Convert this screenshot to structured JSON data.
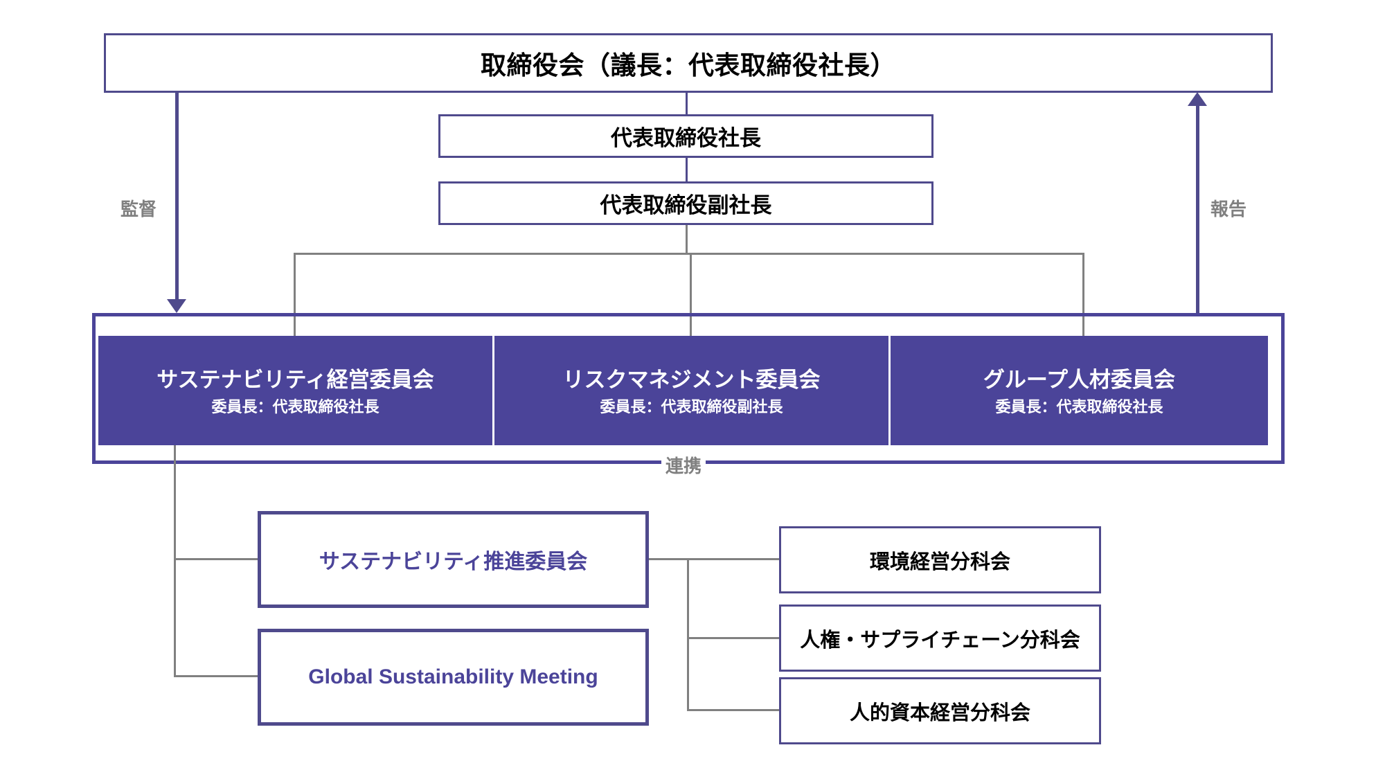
{
  "diagram": {
    "title_board": "取締役会（議長：代表取締役社長）",
    "president": "代表取締役社長",
    "vice_president": "代表取締役副社長",
    "committees": [
      {
        "name": "サステナビリティ経営委員会",
        "chair": "委員長：代表取締役社長"
      },
      {
        "name": "リスクマネジメント委員会",
        "chair": "委員長：代表取締役副社長"
      },
      {
        "name": "グループ人材委員会",
        "chair": "委員長：代表取締役社長"
      }
    ],
    "sub_bodies": [
      {
        "name": "サステナビリティ推進委員会"
      },
      {
        "name": "Global Sustainability Meeting"
      }
    ],
    "subcommittees": [
      {
        "name": "環境経営分科会"
      },
      {
        "name": "人権・サプライチェーン分科会"
      },
      {
        "name": "人的資本経営分科会"
      }
    ],
    "connector_labels": {
      "supervise": "監督",
      "report": "報告",
      "collaborate": "連携"
    },
    "colors": {
      "accent_purple": "#4b4499",
      "border_purple": "#4f4a8c",
      "connector_gray": "#808080",
      "text_dark": "#000000",
      "text_white": "#ffffff"
    }
  }
}
